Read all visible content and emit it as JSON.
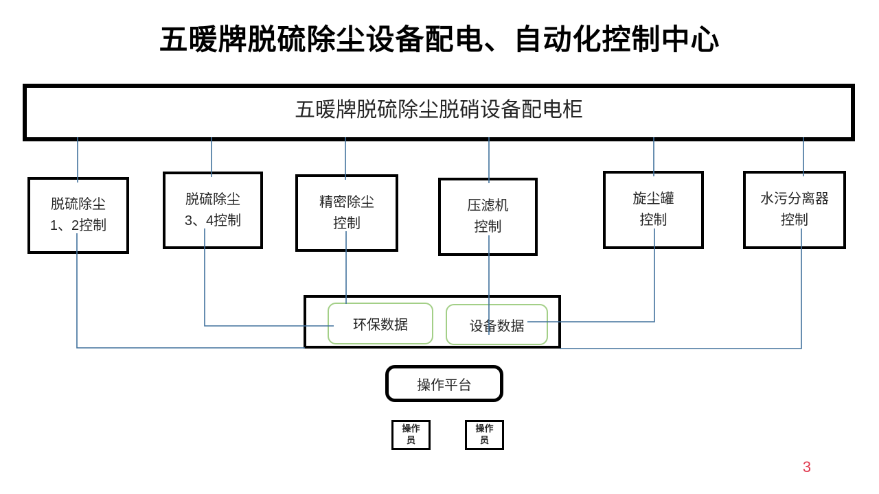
{
  "title": "五暖牌脱硫除尘设备配电、自动化控制中心",
  "cabinet": {
    "label": "五暖牌脱硫除尘脱硝设备配电柜"
  },
  "control_boxes": [
    {
      "line1": "脱硫除尘",
      "line2": "1、2控制"
    },
    {
      "line1": "脱硫除尘",
      "line2": "3、4控制"
    },
    {
      "line1": "精密除尘",
      "line2": "控制"
    },
    {
      "line1": "压滤机",
      "line2": "控制"
    },
    {
      "line1": "旋尘罐",
      "line2": "控制"
    },
    {
      "line1": "水污分离器",
      "line2": "控制"
    }
  ],
  "data_panel": {
    "items": [
      {
        "label": "环保数据"
      },
      {
        "label": "设备数据"
      }
    ]
  },
  "platform": {
    "label": "操作平台"
  },
  "operators": [
    {
      "line1": "操作",
      "line2": "员"
    },
    {
      "line1": "操作",
      "line2": "员"
    }
  ],
  "page_number": "3",
  "colors": {
    "connector_line": "#41719c",
    "pill_border_green": "#a3cf87",
    "page_number_red": "#e0394f",
    "border_black": "#000000",
    "ink": "#262626"
  }
}
